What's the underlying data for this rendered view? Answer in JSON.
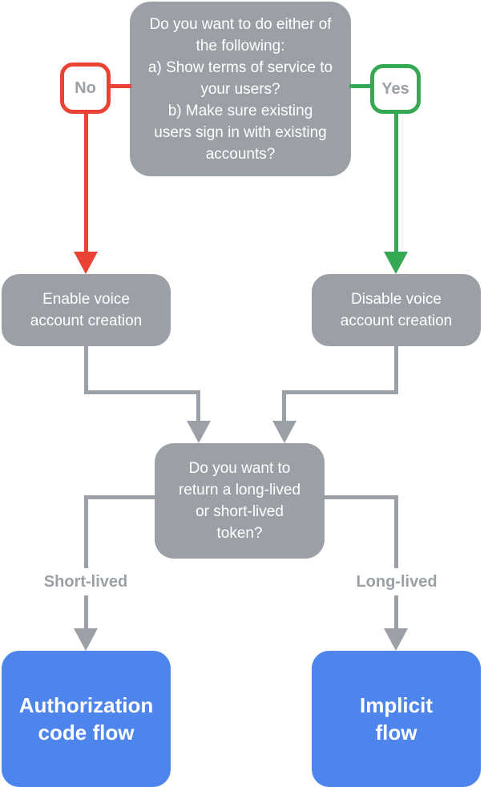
{
  "colors": {
    "node_gray": "#9AA0A6",
    "terminal_blue": "#4D85EC",
    "no_red": "#EA4335",
    "yes_green": "#34A853",
    "node_text": "#FFFFFF",
    "label_text": "#9AA0A6"
  },
  "flowchart": {
    "top_question": {
      "lines": [
        "Do you want to do either of the following:",
        "a) Show terms of service to your users?",
        "b) Make sure existing users sign in with existing accounts?"
      ]
    },
    "no_badge": "No",
    "yes_badge": "Yes",
    "enable_node": "Enable voice account creation",
    "disable_node": "Disable voice account creation",
    "token_question": "Do you want to return a long-lived or short-lived token?",
    "short_lived_label": "Short-lived",
    "long_lived_label": "Long-lived",
    "auth_code_node": "Authorization code flow",
    "implicit_node": "Implicit flow"
  }
}
